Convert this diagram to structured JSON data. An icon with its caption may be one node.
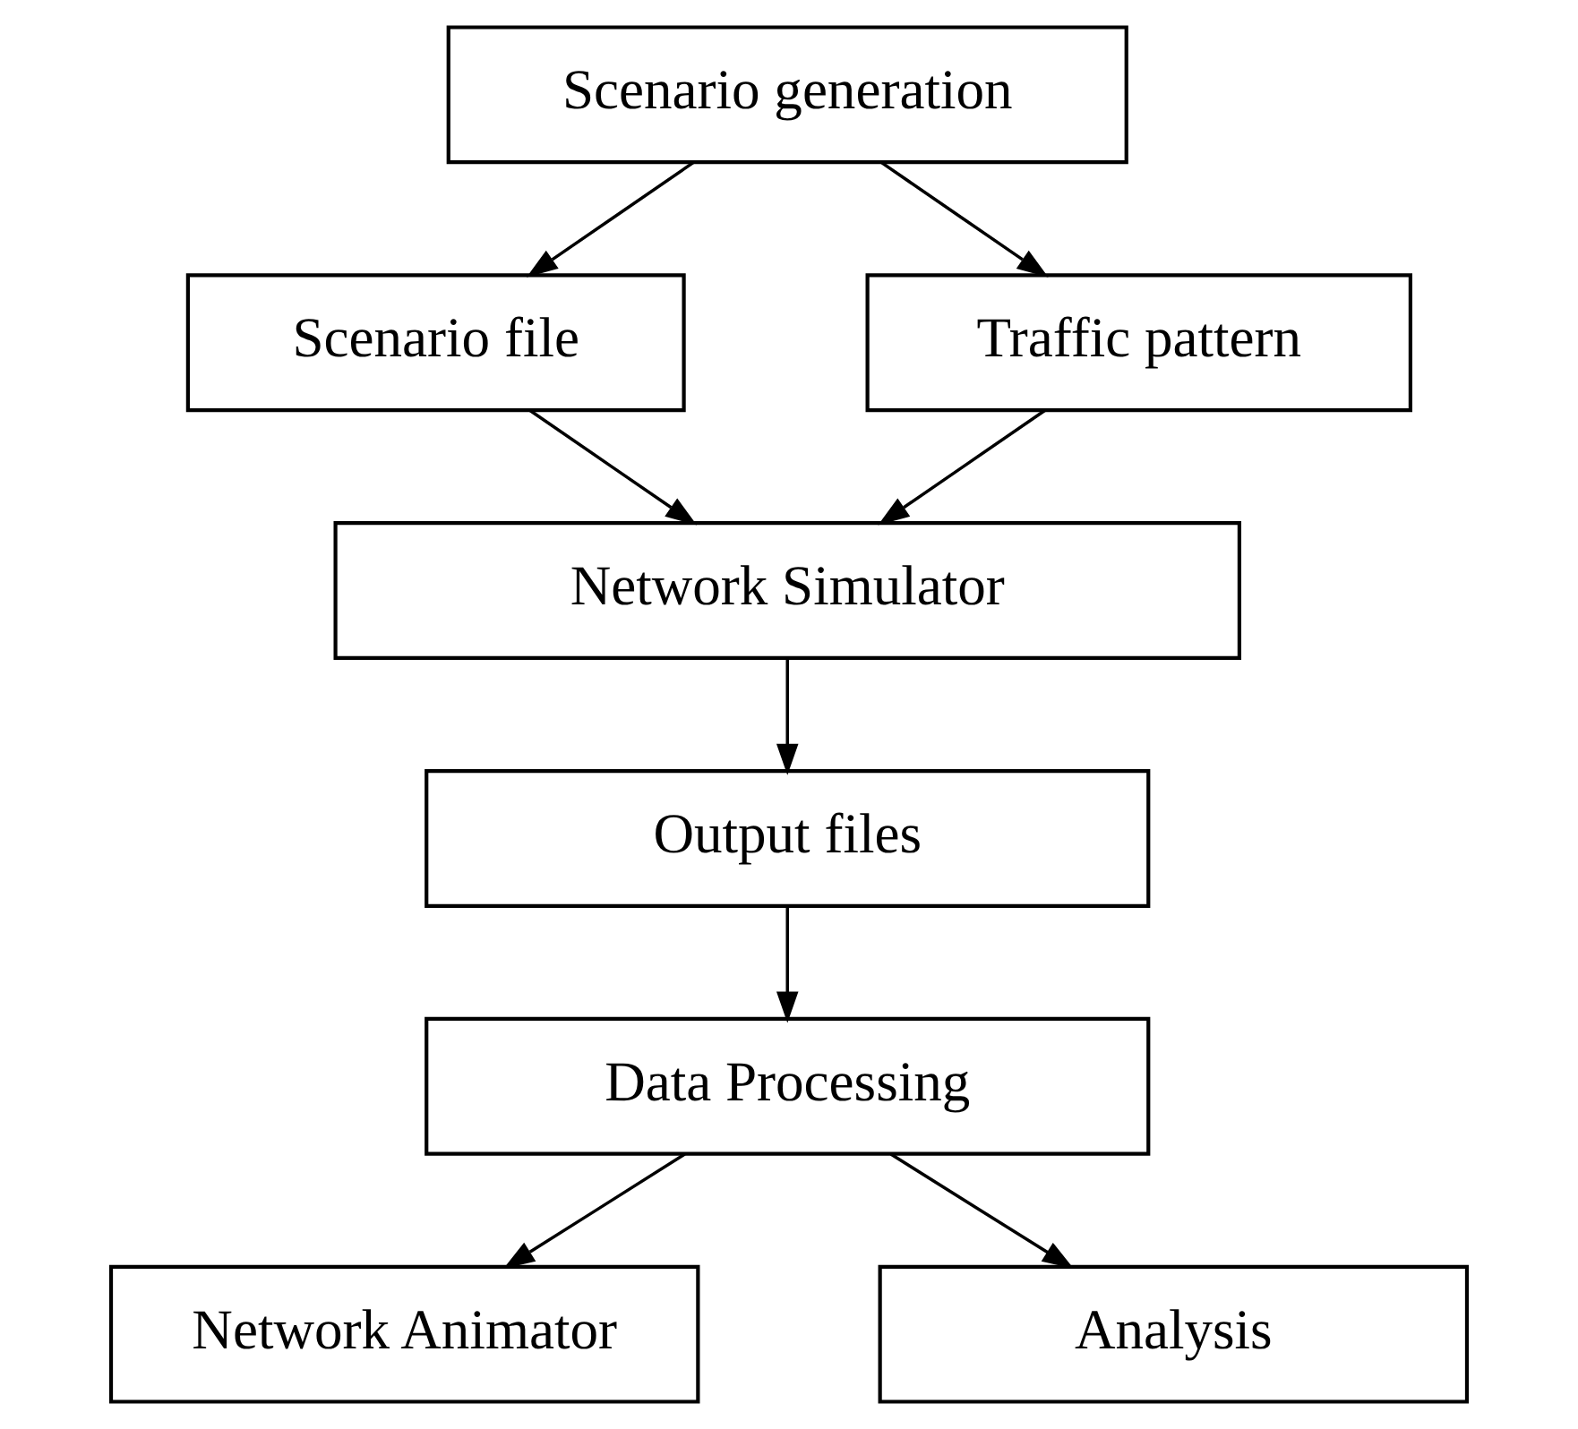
{
  "diagram": {
    "nodes": [
      {
        "text": [
          "Scenario generation"
        ]
      },
      {
        "text": [
          "Scenario file"
        ]
      },
      {
        "text": [
          "Traffic pattern"
        ]
      },
      {
        "text": [
          "Network Simulator"
        ]
      },
      {
        "text": [
          "Output files"
        ]
      },
      {
        "text": [
          "Data Processing"
        ]
      },
      {
        "text": [
          "Network Animator"
        ]
      },
      {
        "text": [
          "Analysis"
        ]
      }
    ],
    "edges": [
      {
        "from": 0,
        "to": 1,
        "arrow": "to"
      },
      {
        "from": 0,
        "to": 2,
        "arrow": "to"
      },
      {
        "from": 1,
        "to": 3,
        "arrow": "to"
      },
      {
        "from": 2,
        "to": 3,
        "arrow": "to"
      },
      {
        "from": 3,
        "to": 4,
        "arrow": "to"
      },
      {
        "from": 4,
        "to": 5,
        "arrow": "to"
      },
      {
        "from": 5,
        "to": 6,
        "arrow": "to"
      },
      {
        "from": 5,
        "to": 7,
        "arrow": "to"
      }
    ]
  }
}
